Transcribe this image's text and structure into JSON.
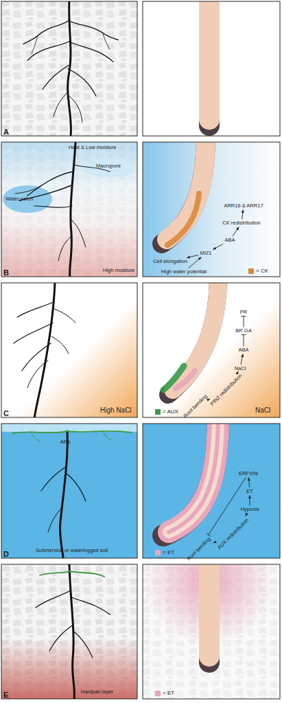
{
  "diagram": {
    "nodes": [
      {
        "text": [
          "ARR16 & ARR17"
        ]
      },
      {
        "text": [
          "CK redistribution"
        ]
      },
      {
        "text": [
          "ABA"
        ]
      },
      {
        "text": [
          "MIZ1"
        ]
      },
      {
        "text": [
          "Cell elongation"
        ]
      },
      {
        "text": [
          "High water potential"
        ]
      },
      {
        "text": [
          "PR"
        ]
      },
      {
        "text": [
          "BR GA"
        ]
      },
      {
        "text": [
          "ABA"
        ]
      },
      {
        "text": [
          "NaCl"
        ]
      },
      {
        "text": [
          "PIN2 redistribution"
        ]
      },
      {
        "text": [
          "Root bending"
        ]
      },
      {
        "text": [
          "ERFVIIs"
        ]
      },
      {
        "text": [
          "ET"
        ]
      },
      {
        "text": [
          "Hypoxia"
        ]
      },
      {
        "text": [
          "AUX redistribution"
        ]
      },
      {
        "text": [
          "Root bending"
        ]
      }
    ],
    "edges": [
      {
        "from": 5,
        "to": 3,
        "arrow": "to"
      },
      {
        "from": 3,
        "to": 4,
        "arrow": "to"
      },
      {
        "from": 2,
        "to": 3,
        "arrow": "to"
      },
      {
        "from": 2,
        "to": 1,
        "arrow": "to"
      },
      {
        "from": 1,
        "to": 0,
        "arrow": "to"
      },
      {
        "from": 9,
        "to": 8,
        "arrow": "to"
      },
      {
        "from": 8,
        "to": 7,
        "arrow": "to"
      },
      {
        "from": 7,
        "to": 6,
        "arrow": "to"
      },
      {
        "from": 9,
        "to": 10,
        "arrow": "to"
      },
      {
        "from": 10,
        "to": 11,
        "arrow": "to"
      },
      {
        "from": 14,
        "to": 13,
        "arrow": "to"
      },
      {
        "from": 13,
        "to": 12,
        "arrow": "to"
      },
      {
        "from": 14,
        "to": 15,
        "arrow": "to"
      },
      {
        "from": 15,
        "to": 16,
        "arrow": "to"
      },
      {
        "from": 12,
        "to": 16,
        "arrow": "to"
      }
    ],
    "labels": [
      "A",
      "B",
      "Heat & Low moisture",
      "Macropore",
      "Water patch",
      "High moisture",
      "C",
      "High NaCl",
      "NaCl",
      "D",
      "ARs",
      "Submersion or waterlogged soil",
      "E",
      "Hardpan layer"
    ],
    "legend": [
      {
        "text": "= CK",
        "color": "#d98a3d"
      },
      {
        "text": "= AUX",
        "color": "#3a9a4f"
      },
      {
        "text": "= ET",
        "color": "#e9a7bd"
      },
      {
        "text": "= ET",
        "color": "#e9a7bd"
      }
    ]
  }
}
